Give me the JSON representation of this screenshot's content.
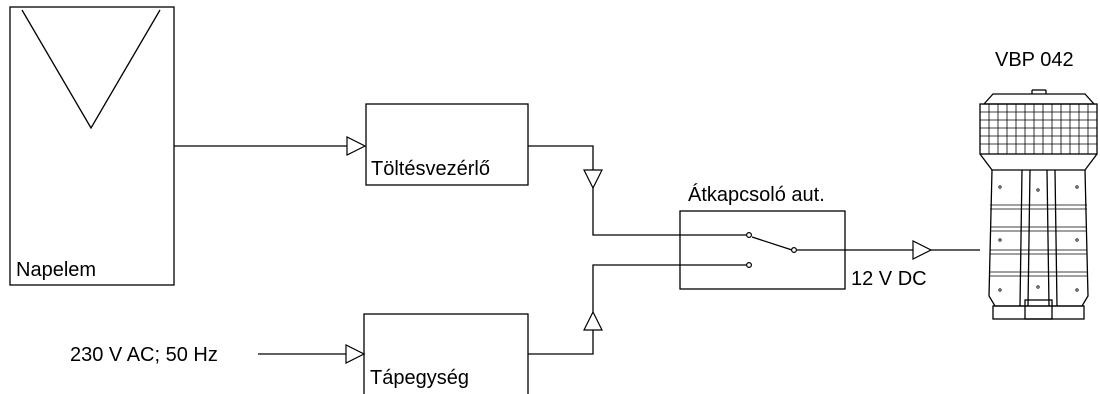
{
  "labels": {
    "solar_panel": "Napelem",
    "charge_controller": "Töltésvezérlő",
    "power_supply": "Tápegység",
    "auto_switch": "Átkapcsoló aut.",
    "mains_input": "230 V AC; 50 Hz",
    "output_voltage": "12 V DC",
    "device_model": "VBP 042"
  }
}
